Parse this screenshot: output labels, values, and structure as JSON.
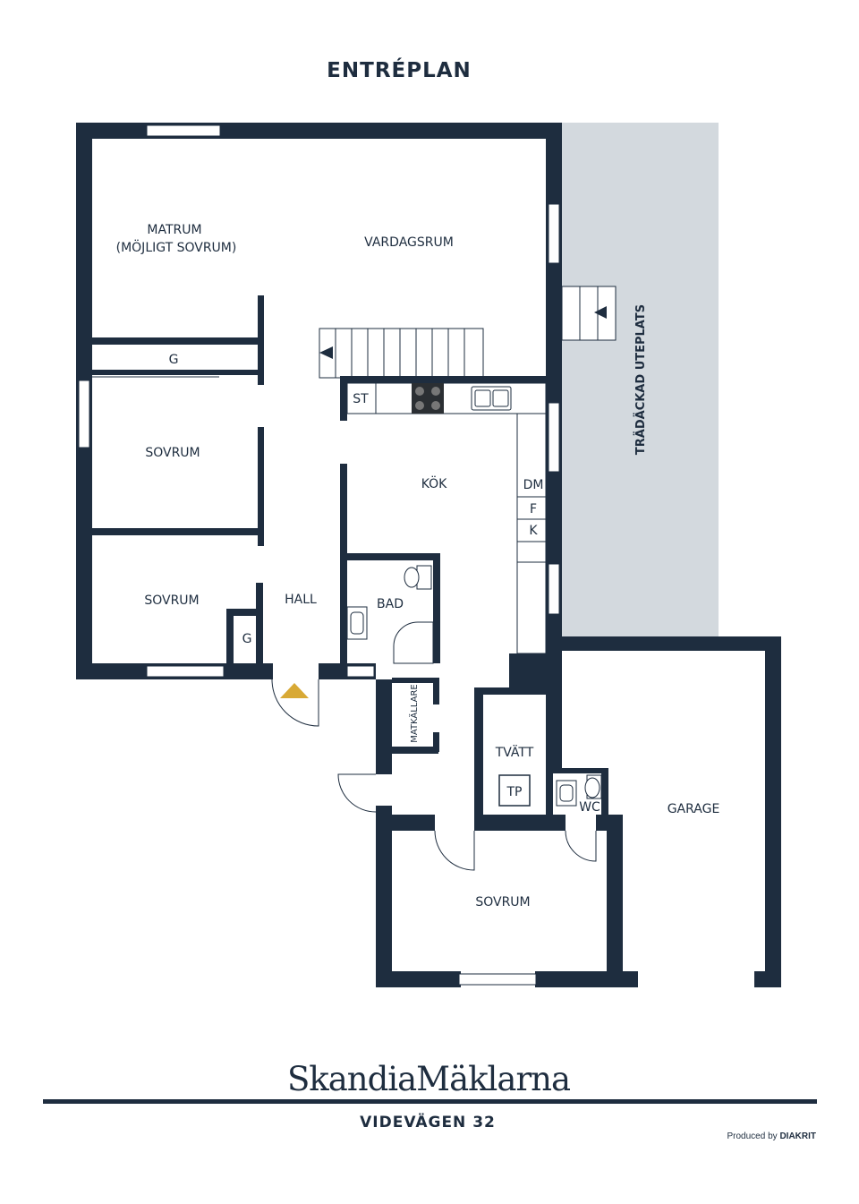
{
  "floor_title": "ENTRÉPLAN",
  "rooms": {
    "matrum": "MATRUM",
    "matrum_note": "(MÖJLIGT SOVRUM)",
    "vardagsrum": "VARDAGSRUM",
    "garderob_1": "G",
    "sovrum_1": "SOVRUM",
    "sovrum_2": "SOVRUM",
    "hall": "HALL",
    "garderob_2": "G",
    "bad": "BAD",
    "kok": "KÖK",
    "st": "ST",
    "dm": "DM",
    "f": "F",
    "k": "K",
    "matkallare": "MATKÄLLARE",
    "tvatt": "TVÄTT",
    "tp": "TP",
    "wc": "WC",
    "garage": "GARAGE",
    "sovrum_3": "SOVRUM",
    "uteplats": "TRÄDÄCKAD UTEPLATS"
  },
  "colors": {
    "wall": "#1e2d3f",
    "deck": "#d3d9de",
    "entrance_marker": "#d8a935"
  },
  "footer": {
    "brand": "SkandiaMäklarna",
    "address": "VIDEVÄGEN 32",
    "credit_prefix": "Produced by",
    "credit_name": "DIAKRIT"
  }
}
